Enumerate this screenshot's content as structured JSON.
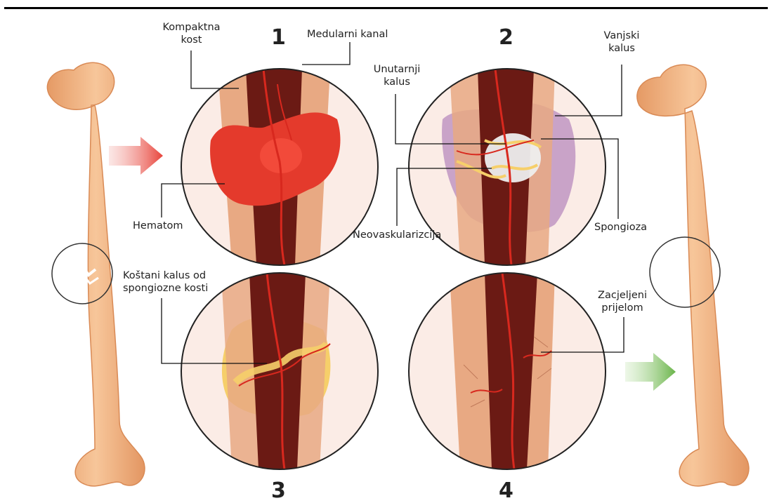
{
  "labels": {
    "kompaktna_kost_1": "Kompaktna",
    "kompaktna_kost_2": "kost",
    "medularni_kanal": "Medularni kanal",
    "unutarnji_kalus_1": "Unutarnji",
    "unutarnji_kalus_2": "kalus",
    "vanjski_kalus_1": "Vanjski",
    "vanjski_kalus_2": "kalus",
    "hematom": "Hematom",
    "neovaskularizcija": "Neovaskularizcija",
    "spongioza": "Spongioza",
    "kostani_kalus_1": "Koštani kalus od",
    "kostani_kalus_2": "spongiozne kosti",
    "zacjeljeni_1": "Zacjeljeni",
    "zacjeljeni_2": "prijelom"
  },
  "stages": [
    "1",
    "2",
    "3",
    "4"
  ],
  "colors": {
    "bone": "#f2b685",
    "marrow": "#6b1a14",
    "vessel": "#d8281e",
    "hematoma": "#e43a2c",
    "callus_soft": "#c9a3c8",
    "callus_bony": "#f6cf6a",
    "arrow_red": "#e8433a",
    "arrow_green": "#6ab44a"
  }
}
